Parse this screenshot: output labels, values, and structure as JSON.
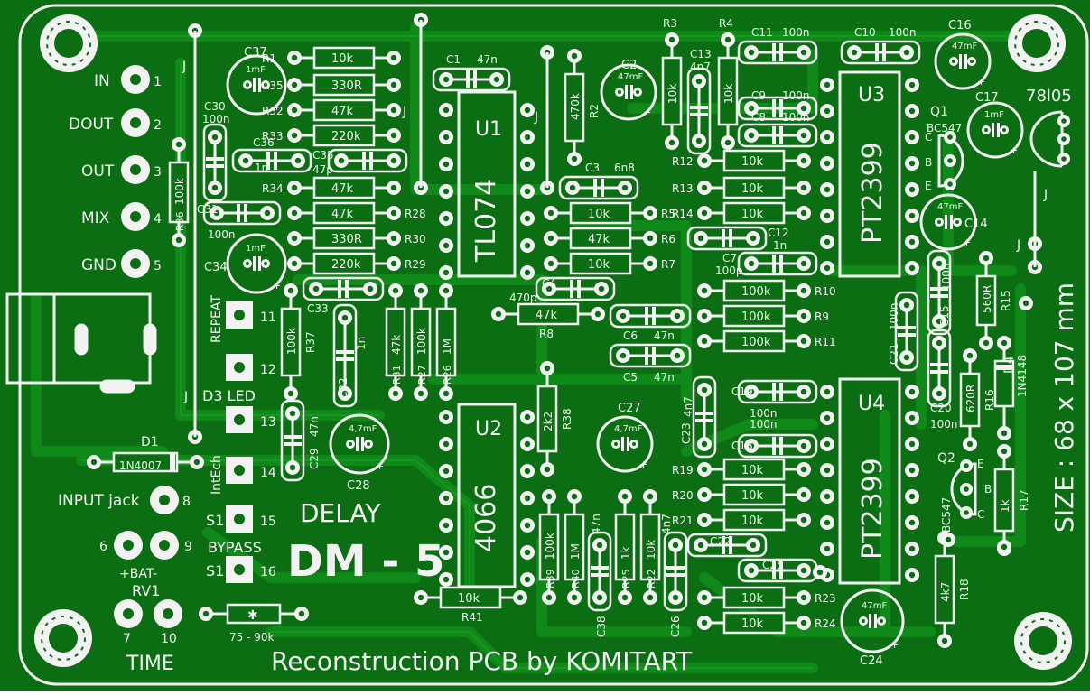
{
  "colors": {
    "board": "#0b6e12",
    "copper": "#0f7f17",
    "silk": "#f2f2f2",
    "pad": "#eeeeee",
    "hole": "#0b6e12"
  },
  "titles": {
    "product": "DELAY",
    "model": "DM - 5",
    "credit": "Reconstruction PCB by KOMITART",
    "size": "SIZE : 68 x 107 mm",
    "regulator": "78l05"
  },
  "connectors": {
    "in": {
      "label": "IN",
      "num": "1"
    },
    "dout": {
      "label": "DOUT",
      "num": "2"
    },
    "out": {
      "label": "OUT",
      "num": "3"
    },
    "mix": {
      "label": "MIX",
      "num": "4"
    },
    "gnd": {
      "label": "GND",
      "num": "5"
    },
    "input_jack": {
      "label": "INPUT jack",
      "num": "8"
    },
    "bat_a": {
      "num": "6"
    },
    "bat_b": {
      "num": "9"
    },
    "bat_label": "+BAT-",
    "rv1": "RV1",
    "time_a": "7",
    "time_b": "10",
    "time_label": "TIME",
    "repeat": {
      "label": "REPEAT",
      "num": "11"
    },
    "p12": {
      "num": "12"
    },
    "led": {
      "label": "D3 LED",
      "num": "13"
    },
    "intech": {
      "label": "IntEch",
      "num": "14"
    },
    "s1a": {
      "label": "S1",
      "num": "15"
    },
    "bypass": "BYPASS",
    "s1b": {
      "label": "S1",
      "num": "16"
    }
  },
  "ics": {
    "u1": {
      "ref": "U1",
      "part": "TL074"
    },
    "u2": {
      "ref": "U2",
      "part": "4066"
    },
    "u3": {
      "ref": "U3",
      "part": "PT2399"
    },
    "u4": {
      "ref": "U4",
      "part": "PT2399"
    }
  },
  "resistors": [
    {
      "ref": "R1",
      "val": "10k"
    },
    {
      "ref": "R35",
      "val": "330R"
    },
    {
      "ref": "R32",
      "val": "47k"
    },
    {
      "ref": "R33",
      "val": "220k"
    },
    {
      "ref": "R34",
      "val": "47k"
    },
    {
      "ref": "R28",
      "val": "47k"
    },
    {
      "ref": "R30",
      "val": "330R"
    },
    {
      "ref": "R29",
      "val": "220k"
    },
    {
      "ref": "R36",
      "val": "100k"
    },
    {
      "ref": "R37",
      "val": "100k"
    },
    {
      "ref": "R31",
      "val": "47k"
    },
    {
      "ref": "R27",
      "val": "100k"
    },
    {
      "ref": "R26",
      "val": "1M"
    },
    {
      "ref": "R2",
      "val": "470k"
    },
    {
      "ref": "R5",
      "val": "10k"
    },
    {
      "ref": "R6",
      "val": "47k"
    },
    {
      "ref": "R7",
      "val": "10k"
    },
    {
      "ref": "R8",
      "val": "47k"
    },
    {
      "ref": "R3",
      "val": "10k"
    },
    {
      "ref": "R4",
      "val": "10k"
    },
    {
      "ref": "R12",
      "val": "10k"
    },
    {
      "ref": "R13",
      "val": "10k"
    },
    {
      "ref": "R14",
      "val": "10k"
    },
    {
      "ref": "R10",
      "val": "100k"
    },
    {
      "ref": "R9",
      "val": "100k"
    },
    {
      "ref": "R11",
      "val": "100k"
    },
    {
      "ref": "R38",
      "val": "2k2"
    },
    {
      "ref": "R39",
      "val": "100k"
    },
    {
      "ref": "R40",
      "val": "1M"
    },
    {
      "ref": "R25",
      "val": "1k"
    },
    {
      "ref": "R22",
      "val": "10k"
    },
    {
      "ref": "R41",
      "val": "10k"
    },
    {
      "ref": "R19",
      "val": "10k"
    },
    {
      "ref": "R20",
      "val": "10k"
    },
    {
      "ref": "R21",
      "val": "10k"
    },
    {
      "ref": "R23",
      "val": "10k"
    },
    {
      "ref": "R24",
      "val": "10k"
    },
    {
      "ref": "R15",
      "val": "560R"
    },
    {
      "ref": "R16",
      "val": "620R"
    },
    {
      "ref": "R17",
      "val": "1k"
    },
    {
      "ref": "R18",
      "val": "4k7"
    }
  ],
  "capacitors": [
    {
      "ref": "C37",
      "val": "1mF"
    },
    {
      "ref": "C30",
      "val": "100n"
    },
    {
      "ref": "C36",
      "val": "1n"
    },
    {
      "ref": "C35",
      "val": "47p"
    },
    {
      "ref": "C31",
      "val": "100n"
    },
    {
      "ref": "C34",
      "val": "1mF"
    },
    {
      "ref": "C33",
      "val": ""
    },
    {
      "ref": "C32",
      "val": "1n"
    },
    {
      "ref": "C29",
      "val": "47n"
    },
    {
      "ref": "C28",
      "val": "4,7mF"
    },
    {
      "ref": "C1",
      "val": "47n"
    },
    {
      "ref": "C2",
      "val": "47mF"
    },
    {
      "ref": "C3",
      "val": "6n8"
    },
    {
      "ref": "C4",
      "val": "470p"
    },
    {
      "ref": "C6",
      "val": "47n"
    },
    {
      "ref": "C5",
      "val": "47n"
    },
    {
      "ref": "C13",
      "val": "4n7"
    },
    {
      "ref": "C11",
      "val": "100n"
    },
    {
      "ref": "C10",
      "val": "100n"
    },
    {
      "ref": "C9",
      "val": "100n"
    },
    {
      "ref": "C8",
      "val": "100n"
    },
    {
      "ref": "C12",
      "val": "1n"
    },
    {
      "ref": "C7",
      "val": "100p"
    },
    {
      "ref": "C16",
      "val": "47mF"
    },
    {
      "ref": "C17",
      "val": "1mF"
    },
    {
      "ref": "C14",
      "val": "47mF"
    },
    {
      "ref": "C15",
      "val": "100n"
    },
    {
      "ref": "C21",
      "val": "100n"
    },
    {
      "ref": "C20",
      "val": "100n"
    },
    {
      "ref": "C27",
      "val": "4,7mF"
    },
    {
      "ref": "C23",
      "val": "4n7"
    },
    {
      "ref": "C19",
      "val": "100n"
    },
    {
      "ref": "C18",
      "val": "100n"
    },
    {
      "ref": "C22",
      "val": "1n"
    },
    {
      "ref": "C25",
      "val": "1n"
    },
    {
      "ref": "C38",
      "val": "47n"
    },
    {
      "ref": "C26",
      "val": "4n7"
    },
    {
      "ref": "C24",
      "val": "47mF"
    }
  ],
  "others": {
    "d1": {
      "ref": "D1",
      "part": "1N4007"
    },
    "d4": {
      "ref": "D4",
      "part": "1N4148"
    },
    "q1": {
      "ref": "Q1",
      "part": "BC547"
    },
    "q2": {
      "ref": "Q2",
      "part": "BC547"
    },
    "rv_range": "75 - 90k",
    "jumper": "J",
    "pin_c": "C",
    "pin_b": "B",
    "pin_e": "E"
  }
}
